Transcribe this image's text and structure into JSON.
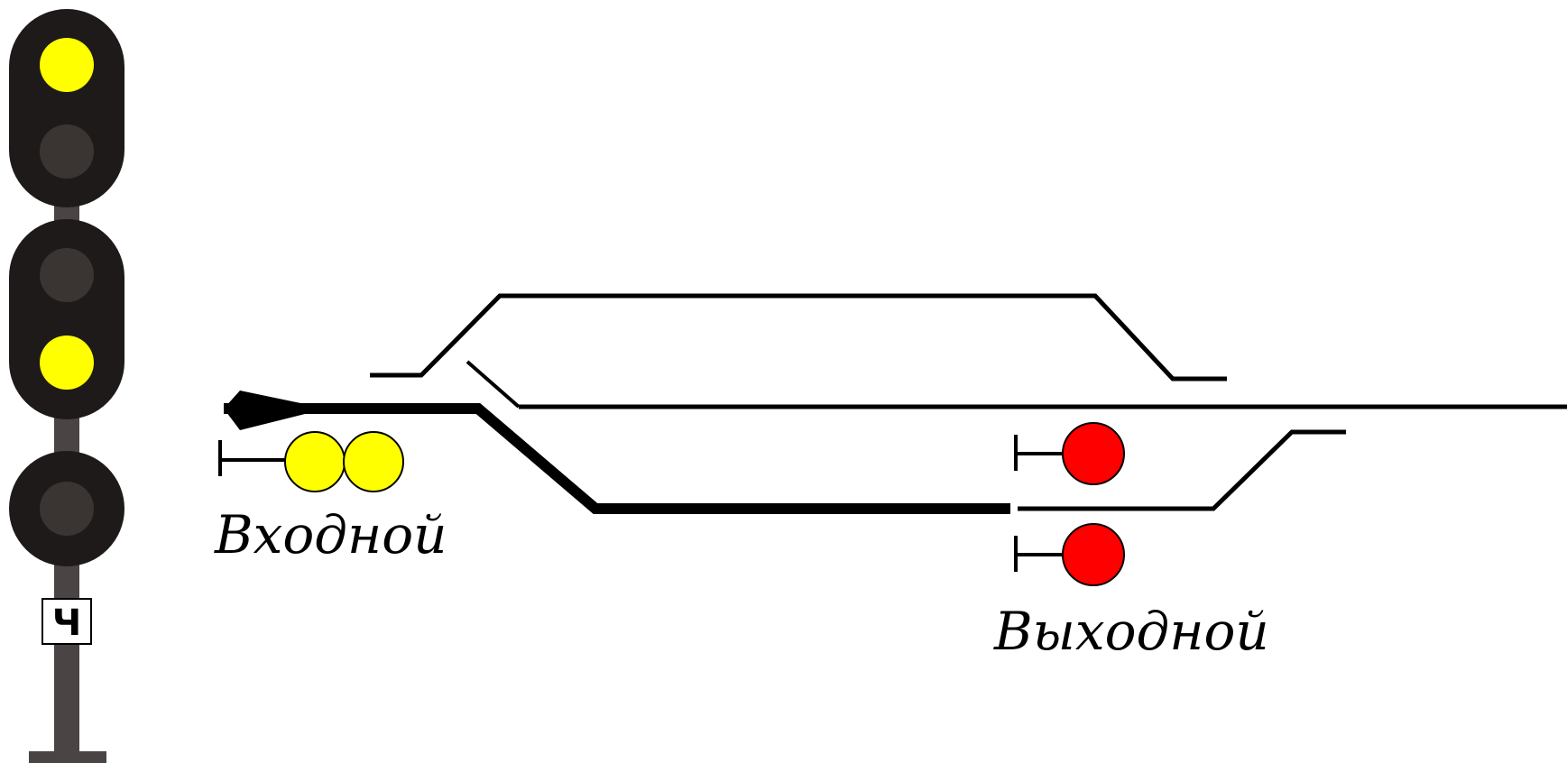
{
  "signal_mast": {
    "plate_letter": "Ч",
    "lamps": [
      {
        "name": "lamp-1",
        "state": "on",
        "color": "#ffff00"
      },
      {
        "name": "lamp-2",
        "state": "off",
        "color": "#3a3532"
      },
      {
        "name": "lamp-3",
        "state": "off",
        "color": "#3a3532"
      },
      {
        "name": "lamp-4",
        "state": "on",
        "color": "#ffff00"
      },
      {
        "name": "lamp-5",
        "state": "off",
        "color": "#3a3532"
      }
    ],
    "head_color": "#1e1a19",
    "pole_color": "#4a4544"
  },
  "entry_signal": {
    "label": "Входной",
    "lamp_color": "#ffff00",
    "lamps_lit": 2
  },
  "exit_signals": {
    "label": "Выходной",
    "lamp_color": "#ff0000",
    "count": 2
  },
  "route": {
    "highlighted": true,
    "arrow": "arrow-right-icon"
  }
}
